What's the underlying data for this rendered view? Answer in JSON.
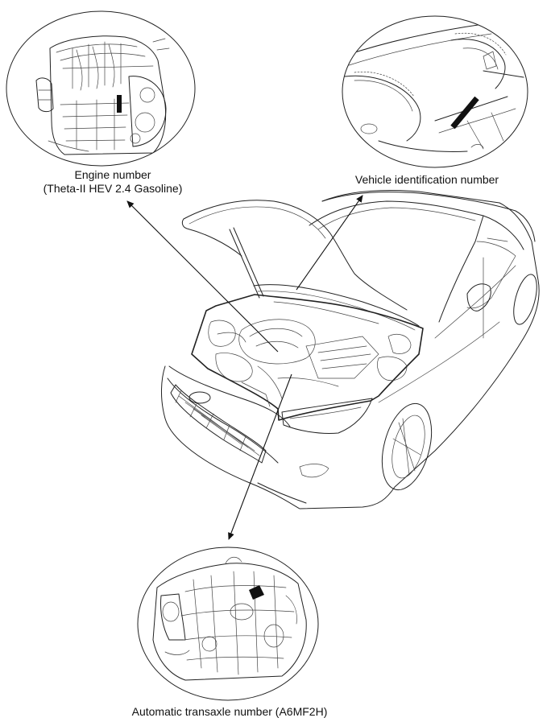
{
  "labels": {
    "engine_number": "Engine number",
    "engine_model": "(Theta-II HEV 2.4 Gasoline)",
    "vin": "Vehicle identification number",
    "transaxle": "Automatic transaxle number (A6MF2H)"
  },
  "callouts": [
    {
      "id": "engine",
      "shape": "circle"
    },
    {
      "id": "vin",
      "shape": "circle"
    },
    {
      "id": "transaxle",
      "shape": "circle"
    }
  ],
  "colors": {
    "ink": "#222222",
    "marker": "#111111",
    "background": "#ffffff"
  }
}
